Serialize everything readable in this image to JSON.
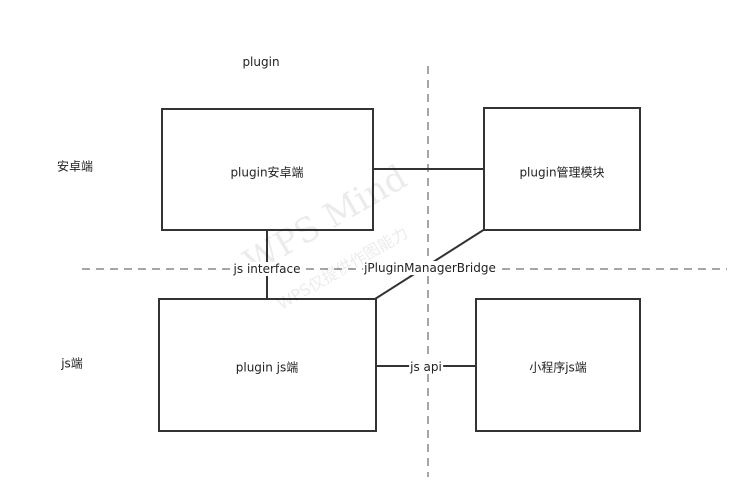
{
  "title": "plugin",
  "lanes": {
    "top": "安卓端",
    "bottom": "js端"
  },
  "nodes": {
    "android": "plugin安卓端",
    "manager": "plugin管理模块",
    "js": "plugin js端",
    "miniapp": "小程序js端"
  },
  "edges": {
    "js_interface": "js interface",
    "bridge": "jPluginManagerBridge",
    "js_api": "js api"
  },
  "watermark": {
    "line1": "WPS Mind",
    "line2": "WPS仅提供作图能力"
  }
}
